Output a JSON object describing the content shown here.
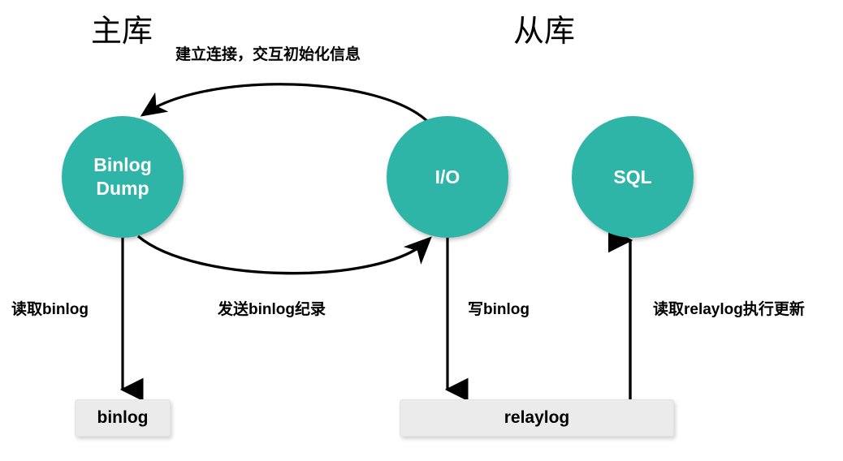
{
  "diagram": {
    "title_master": "主库",
    "title_slave": "从库",
    "nodes": [
      {
        "id": "binlog-dump",
        "label": "Binlog\nDump",
        "shape": "circle",
        "color": "#2eb5a8",
        "text_color": "#ffffff"
      },
      {
        "id": "io",
        "label": "I/O",
        "shape": "circle",
        "color": "#2eb5a8",
        "text_color": "#ffffff"
      },
      {
        "id": "sql",
        "label": "SQL",
        "shape": "circle",
        "color": "#2eb5a8",
        "text_color": "#ffffff"
      }
    ],
    "stores": [
      {
        "id": "binlog",
        "label": "binlog",
        "shape": "rect",
        "color": "#ebebeb",
        "text_color": "#000000"
      },
      {
        "id": "relaylog",
        "label": "relaylog",
        "shape": "rect",
        "color": "#ebebeb",
        "text_color": "#000000"
      }
    ],
    "edges": [
      {
        "id": "handshake",
        "label": "建立连接，交互初始化信息",
        "from": "io",
        "to": "binlog-dump",
        "style": "curved-arc-top"
      },
      {
        "id": "read-binlog",
        "label": "读取binlog",
        "from": "binlog-dump",
        "to": "binlog",
        "style": "straight-down"
      },
      {
        "id": "send-binlog",
        "label": "发送binlog纪录",
        "from": "binlog-dump",
        "to": "io",
        "style": "curved-arc-bottom"
      },
      {
        "id": "write-binlog",
        "label": "写binlog",
        "from": "io",
        "to": "relaylog",
        "style": "straight-down"
      },
      {
        "id": "read-relaylog",
        "label": "读取relaylog执行更新",
        "from": "relaylog",
        "to": "sql",
        "style": "straight-up"
      }
    ],
    "colors": {
      "node_fill": "#2eb5a8",
      "store_fill": "#ebebeb",
      "arrow": "#000000",
      "background": "#ffffff"
    }
  }
}
